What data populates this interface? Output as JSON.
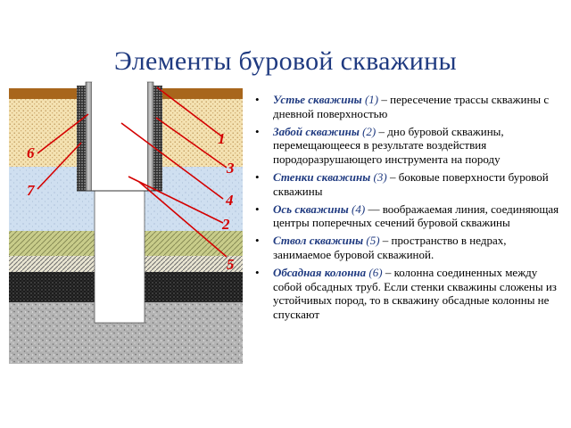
{
  "title": "Элементы  буровой скважины",
  "callouts": [
    "1",
    "6",
    "3",
    "7",
    "4",
    "2",
    "5"
  ],
  "definitions": [
    {
      "term": "Устье скважины",
      "num": "(1)",
      "text": " – пересечение трассы скважины с дневной поверхностью"
    },
    {
      "term": "Забой скважины",
      "num": "(2)",
      "text": " – дно буровой скважины, перемещающееся в результате воздействия породоразрушающего инструмента на породу"
    },
    {
      "term": "Стенки скважины",
      "num": "(3)",
      "text": " – боковые поверхности буровой скважины"
    },
    {
      "term": "Ось скважины",
      "num": "(4)",
      "text": " — воображаемая линия, соединяющая центры поперечных сечений буровой скважины"
    },
    {
      "term": "Ствол скважины",
      "num": "(5)",
      "text": " – пространство в недрах, занимаемое буровой скважиной."
    },
    {
      "term": "Обсадная колонна",
      "num": "(6)",
      "text": " – колонна соединенных между собой обсадных труб. Если  стенки скважины сложены из устойчивых пород, то в скважину обсадные колонны не спускают"
    }
  ],
  "colors": {
    "title": "#1f3a80",
    "callout": "#d40000",
    "soil": "#a8661c",
    "sand": "#f4e2b2",
    "clay": "#cfdff0",
    "loam": "#c8cc8a",
    "dark_layer": "#1c1c1c",
    "granite": "#b5b5b5",
    "well": "#ffffff",
    "cement": "#2e2e2e"
  }
}
